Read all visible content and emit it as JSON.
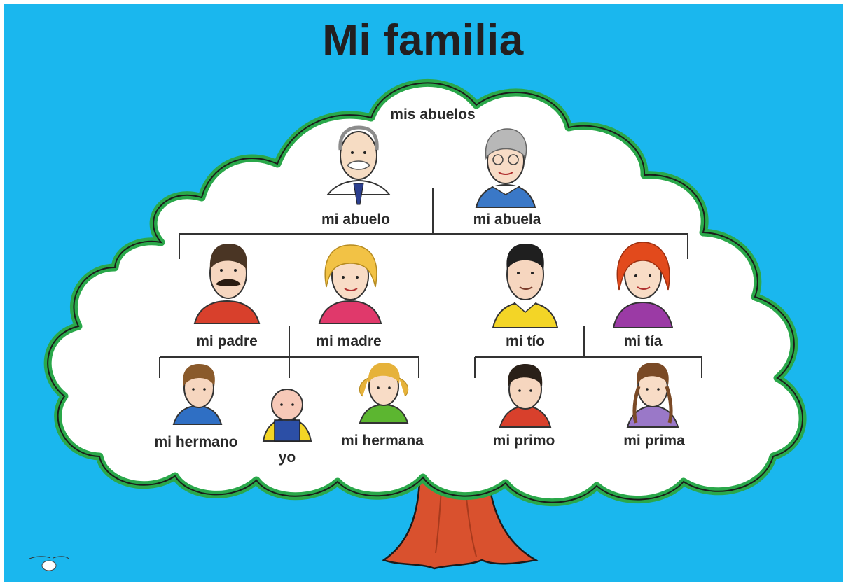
{
  "title": "Mi familia",
  "labels": {
    "grandparents_group": "mis abuelos",
    "grandfather": "mi abuelo",
    "grandmother": "mi abuela",
    "father": "mi padre",
    "mother": "mi madre",
    "uncle": "mi tío",
    "aunt": "mi tía",
    "brother": "mi hermano",
    "me": "yo",
    "sister": "mi hermana",
    "cousin_m": "mi primo",
    "cousin_f": "mi prima"
  },
  "colors": {
    "sky": "#1ab7ee",
    "canopy_outline": "#2aa84a",
    "canopy_fill": "#ffffff",
    "trunk": "#d9512e",
    "text": "#231f20"
  },
  "icons": [
    "grandfather-portrait-icon",
    "grandmother-portrait-icon",
    "father-portrait-icon",
    "mother-portrait-icon",
    "uncle-portrait-icon",
    "aunt-portrait-icon",
    "brother-portrait-icon",
    "baby-portrait-icon",
    "sister-portrait-icon",
    "cousin-boy-portrait-icon",
    "cousin-girl-portrait-icon",
    "artist-logo-icon"
  ]
}
